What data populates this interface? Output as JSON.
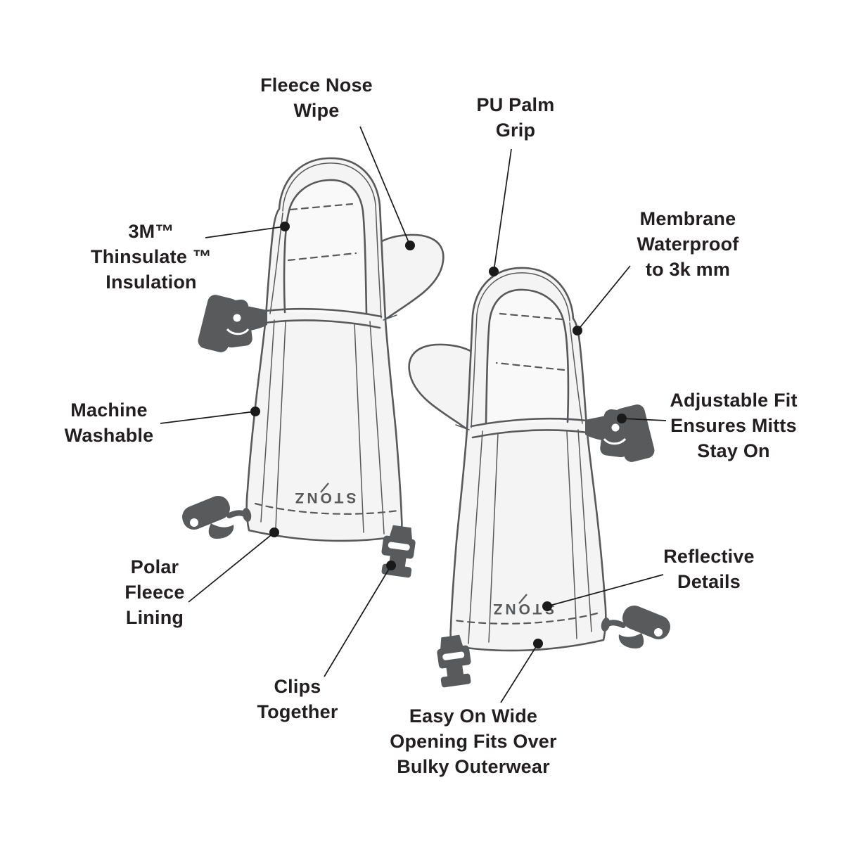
{
  "brand_label": "STONZ",
  "colors": {
    "text": "#231f20",
    "leader": "#1a1a1a",
    "outline": "#58595b",
    "mitt_fill": "#f4f4f4",
    "panel_fill": "#f9f9f9",
    "hardware": "#595a5c",
    "background": "#ffffff"
  },
  "callouts": [
    {
      "id": "fleece-nose-wipe",
      "lines": [
        "Fleece Nose",
        "Wipe"
      ]
    },
    {
      "id": "pu-palm-grip",
      "lines": [
        "PU Palm",
        "Grip"
      ]
    },
    {
      "id": "thinsulate-insulation",
      "lines": [
        "3M™",
        "Thinsulate ™",
        "Insulation"
      ]
    },
    {
      "id": "membrane-waterproof",
      "lines": [
        "Membrane",
        "Waterproof",
        "to 3k mm"
      ]
    },
    {
      "id": "machine-washable",
      "lines": [
        "Machine",
        "Washable"
      ]
    },
    {
      "id": "adjustable-fit",
      "lines": [
        "Adjustable Fit",
        "Ensures Mitts",
        "Stay On"
      ]
    },
    {
      "id": "polar-fleece-lining",
      "lines": [
        "Polar",
        "Fleece",
        "Lining"
      ]
    },
    {
      "id": "reflective-details",
      "lines": [
        "Reflective",
        "Details"
      ]
    },
    {
      "id": "clips-together",
      "lines": [
        "Clips",
        "Together"
      ]
    },
    {
      "id": "easy-on-wide-opening",
      "lines": [
        "Easy On Wide",
        "Opening Fits Over",
        "Bulky Outerwear"
      ]
    }
  ]
}
